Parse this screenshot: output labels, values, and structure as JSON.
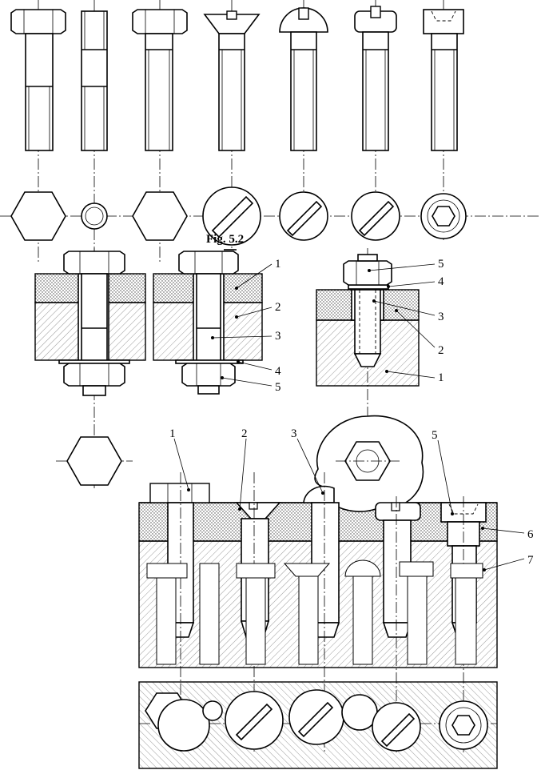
{
  "figure": {
    "title": "Fig. 5.2"
  },
  "callouts": {
    "through_bolt": [
      "1",
      "2",
      "3",
      "4",
      "5"
    ],
    "stud": [
      "5",
      "4",
      "3",
      "2",
      "1"
    ],
    "assembly": [
      "1",
      "2",
      "3",
      "5",
      "6",
      "7"
    ]
  },
  "fasteners_top_row": [
    {
      "name": "hex-bolt",
      "head": "hex"
    },
    {
      "name": "stud",
      "head": "none"
    },
    {
      "name": "hex-bolt-long-thread",
      "head": "hex"
    },
    {
      "name": "countersunk-slotted-screw",
      "head": "countersunk-slot"
    },
    {
      "name": "round-head-slotted-screw",
      "head": "round-slot"
    },
    {
      "name": "cheese-head-slotted-screw",
      "head": "cheese-slot"
    },
    {
      "name": "socket-head-cap-screw",
      "head": "hex-socket"
    }
  ]
}
